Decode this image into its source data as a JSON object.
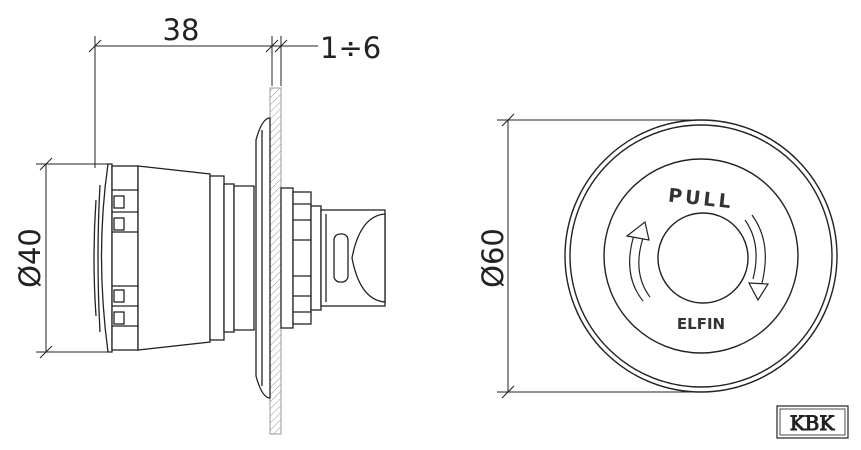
{
  "dimensions": {
    "length": "38",
    "panel_thickness": "1÷6",
    "diameter_small": "Ø40",
    "diameter_large": "Ø60"
  },
  "button_face": {
    "pull_label": "PULL",
    "brand_label": "ELFIN"
  },
  "logo": {
    "text": "KBK"
  },
  "colors": {
    "line": "#222222",
    "panel_hatch": "#9a9a9a"
  }
}
